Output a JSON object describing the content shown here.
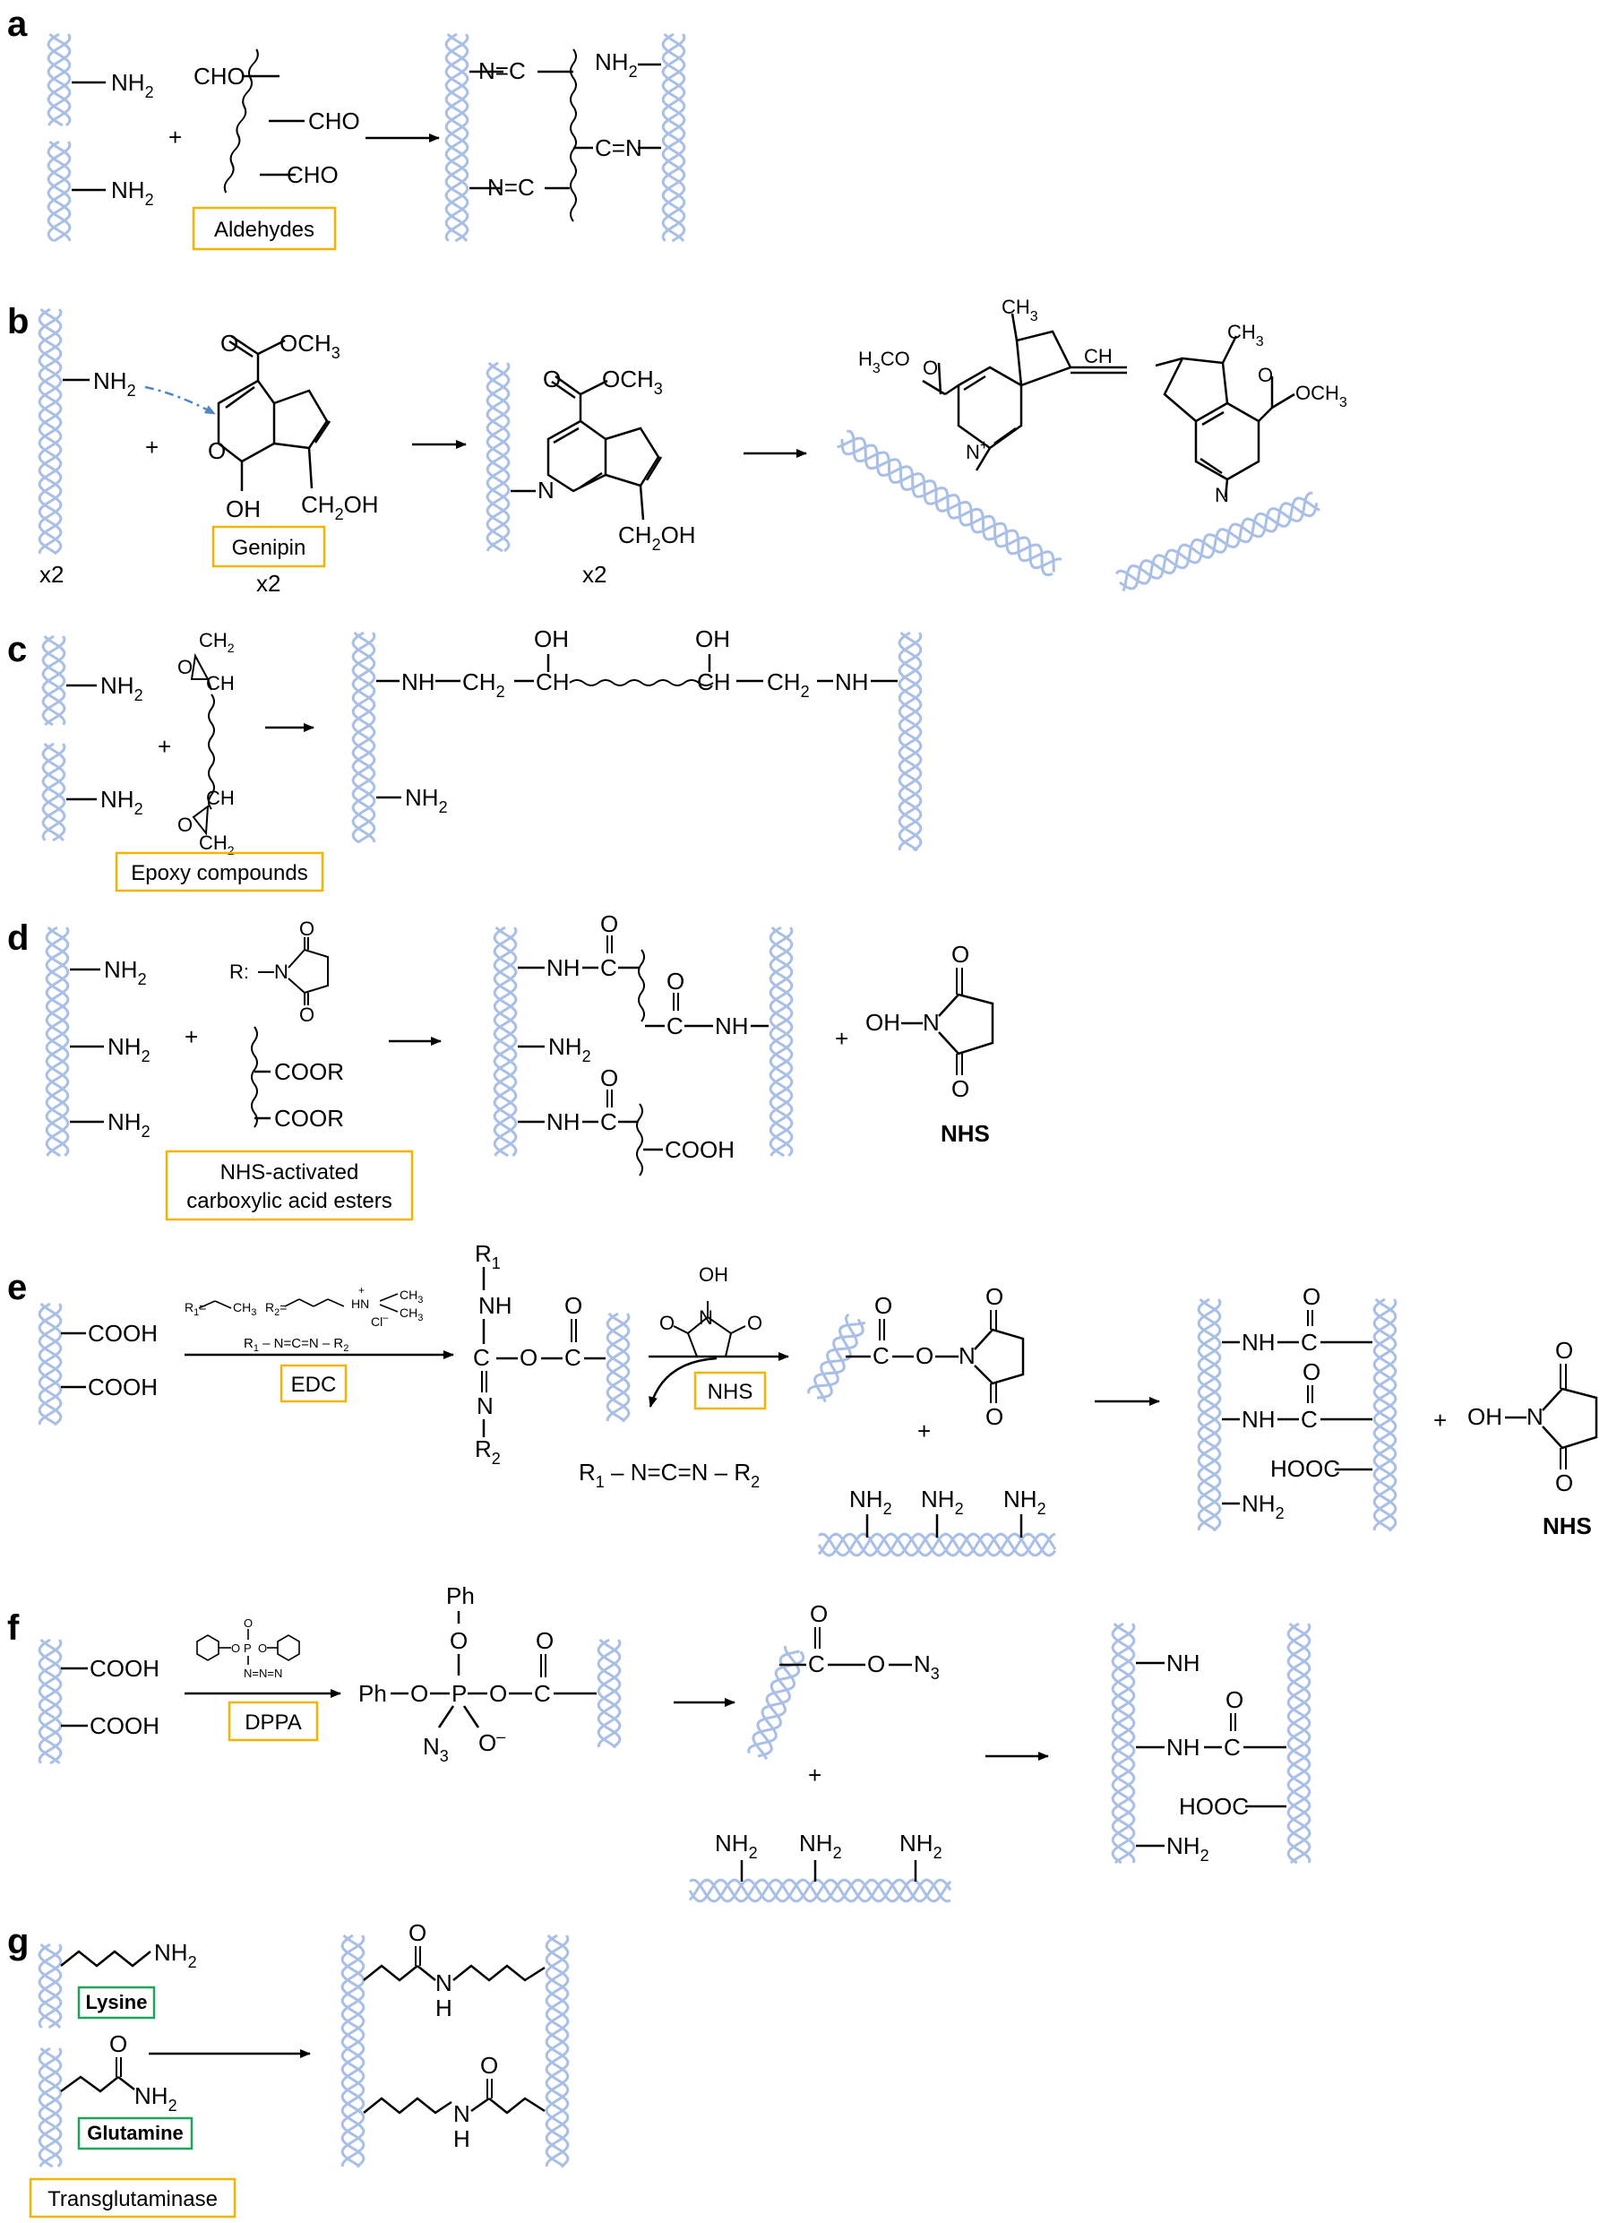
{
  "colors": {
    "strand": "#a9bfe6",
    "reagent_box": "#f5b400",
    "amino_box": "#1fa55a",
    "arrow_dash": "#4f86c6"
  },
  "panels": {
    "a": {
      "letter": "a",
      "nh2": "NH",
      "sub2": "2",
      "cho": "CHO",
      "plus": "+",
      "reagent": "Aldehydes",
      "imine_left": "N=C",
      "imine_right": "C=N"
    },
    "b": {
      "letter": "b",
      "nh2": "NH",
      "sub2": "2",
      "ester": "O",
      "och3": "OCH",
      "ring_o": "O",
      "oh": "OH",
      "ch2oh": "CH",
      "ch2oh_tail": "OH",
      "n": "N",
      "reagent": "Genipin",
      "plus": "+",
      "x2_a": "x2",
      "x2_b": "x2",
      "x2_c": "x2",
      "ch3": "CH",
      "h3co": "H",
      "h3co_tail": "CO",
      "ch": "CH",
      "nplus": "N",
      "plus_charge": "+"
    },
    "c": {
      "letter": "c",
      "nh2": "NH",
      "sub2": "2",
      "ch": "CH",
      "ch2": "CH",
      "oh": "OH",
      "nh": "NH",
      "o": "O",
      "plus": "+",
      "reagent": "Epoxy compounds"
    },
    "d": {
      "letter": "d",
      "nh2": "NH",
      "sub2": "2",
      "r": "R:",
      "n": "N",
      "o": "O",
      "coor": "COOR",
      "cooh": "COOH",
      "nh": "NH",
      "c": "C",
      "oh": "OH",
      "plus": "+",
      "nhs": "NHS",
      "reagent_line1": "NHS-activated",
      "reagent_line2": "carboxylic acid esters"
    },
    "e": {
      "letter": "e",
      "cooh": "COOH",
      "r1": "R",
      "r2": "R",
      "sub1": "1",
      "sub2": "2",
      "edc_line": "R",
      "edc_mid": "N=C=N",
      "edc_end": "R",
      "hn": "HN",
      "ch3": "CH",
      "cl": "Cl",
      "minus": "–",
      "plus_charge": "+",
      "nh": "NH",
      "c": "C",
      "o": "O",
      "n": "N",
      "oh": "OH",
      "hooc": "HOOC",
      "nh2": "NH",
      "reagent_edc": "EDC",
      "reagent_nhs": "NHS",
      "byproduct": "N=C=N",
      "plus": "+",
      "nhs": "NHS"
    },
    "f": {
      "letter": "f",
      "cooh": "COOH",
      "ph": "Ph",
      "o": "O",
      "p": "P",
      "n3": "N",
      "sub3": "3",
      "minus": "–",
      "c": "C",
      "nh": "NH",
      "hooc": "HOOC",
      "nh2": "NH",
      "sub2": "2",
      "reagent": "DPPA",
      "plus": "+",
      "dppa_n": "N",
      "dppa_eq": "=N=N"
    },
    "g": {
      "letter": "g",
      "nh2": "NH",
      "sub2": "2",
      "lysine": "Lysine",
      "glutamine": "Glutamine",
      "o": "O",
      "n": "N",
      "h": "H",
      "enzyme": "Transglutaminase"
    }
  }
}
